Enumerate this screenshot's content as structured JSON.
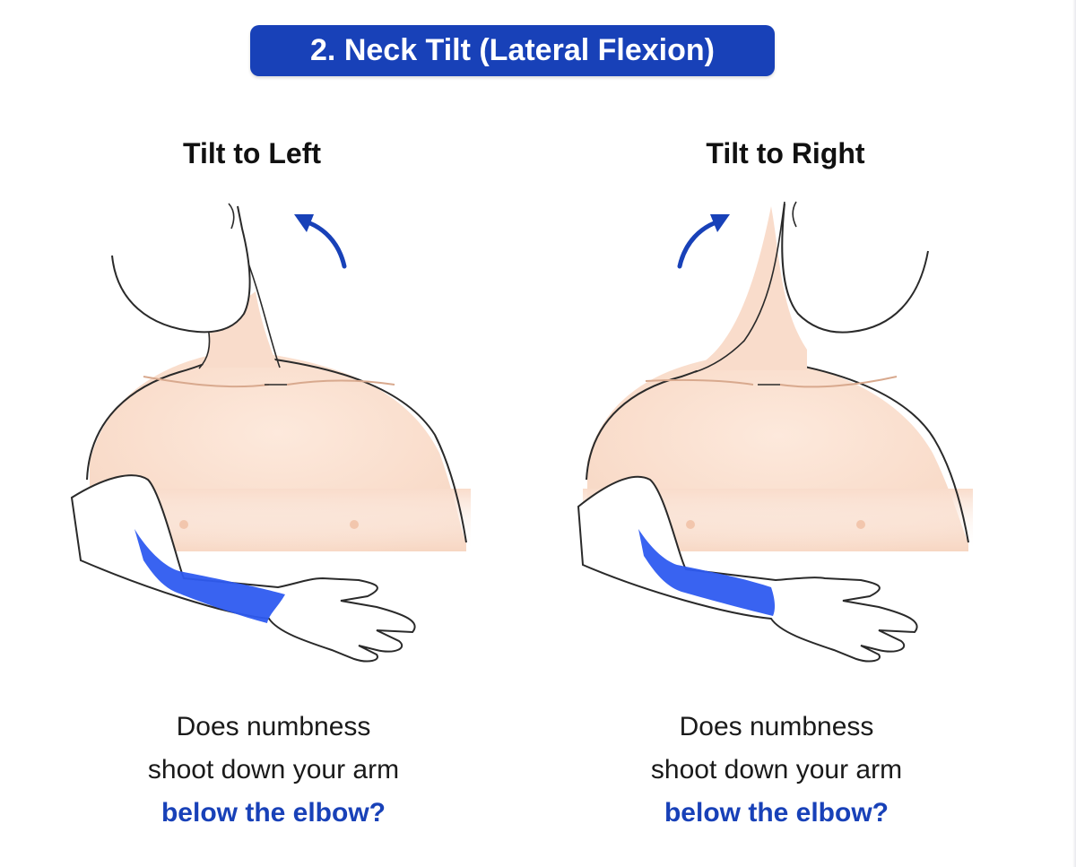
{
  "title": "2. Neck Tilt (Lateral Flexion)",
  "panels": [
    {
      "heading": "Tilt to Left",
      "caption_line1": "Does numbness",
      "caption_line2": "shoot down your arm",
      "caption_emphasis": "below the elbow?",
      "arrow_direction": "counter-clockwise",
      "arrow_icon": "curved-arrow-left-icon"
    },
    {
      "heading": "Tilt to Right",
      "caption_line1": "Does numbness",
      "caption_line2": "shoot down your arm",
      "caption_emphasis": "below the elbow?",
      "arrow_direction": "clockwise",
      "arrow_icon": "curved-arrow-right-icon"
    }
  ],
  "colors": {
    "title_background": "#1841b8",
    "emphasis_text": "#1841b8",
    "arrow": "#1841b8",
    "numbness_highlight": "#2e5bf0",
    "skin": "#fbe3d3",
    "skin_shadow": "#efc7b0",
    "outline": "#2a2a2a"
  }
}
